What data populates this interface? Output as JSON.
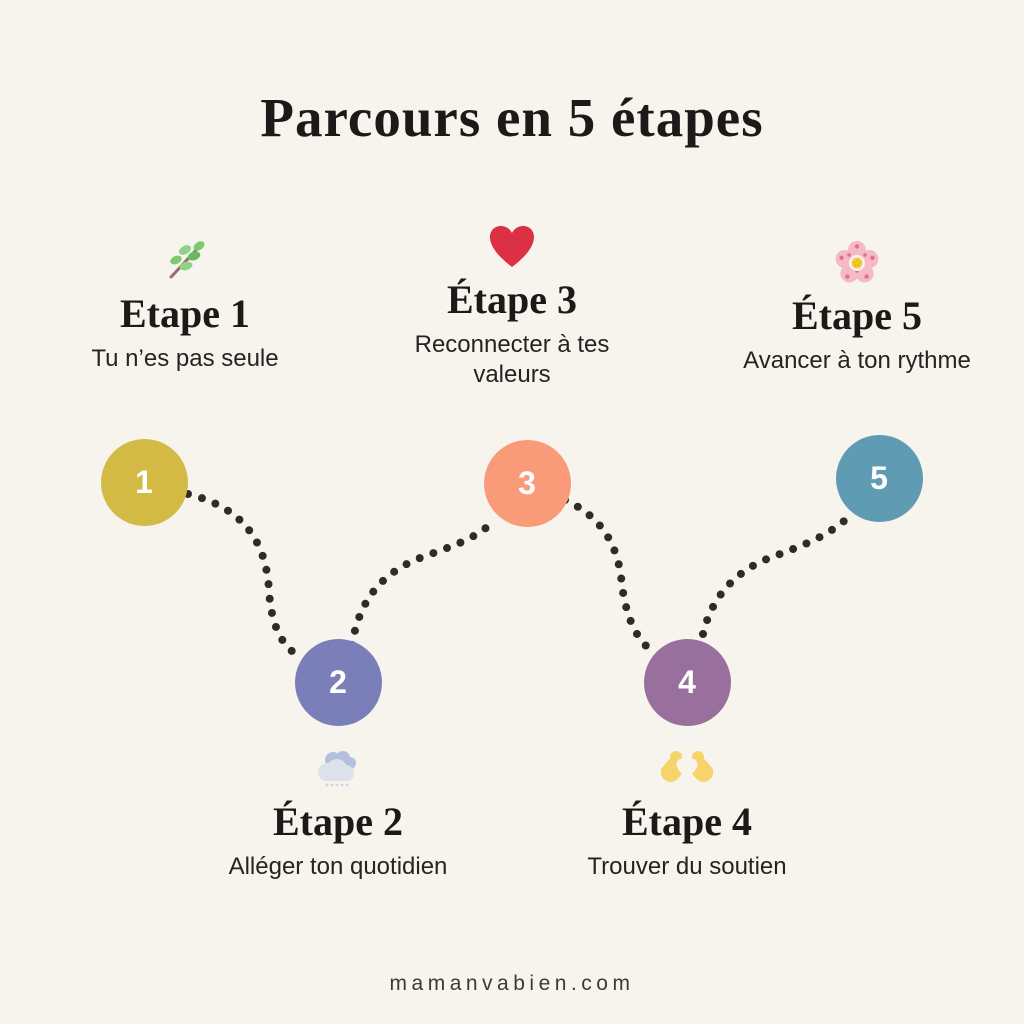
{
  "page": {
    "background": "#f7f4ed",
    "text_color": "#1c1a18",
    "dots_color": "#2e2b28",
    "title": "Parcours en 5 étapes",
    "footer": "mamanvabien.com"
  },
  "steps": [
    {
      "number": "1",
      "heading": "Etape 1",
      "subtitle": "Tu n’es pas seule",
      "icon": "herb-icon",
      "color": "#d2ba45"
    },
    {
      "number": "2",
      "heading": "Étape 2",
      "subtitle": "Alléger ton quotidien",
      "icon": "rain-cloud-icon",
      "color": "#7a7fba"
    },
    {
      "number": "3",
      "heading": "Étape 3",
      "subtitle": "Reconnecter à tes valeurs",
      "icon": "heart-icon",
      "color": "#f99b79"
    },
    {
      "number": "4",
      "heading": "Étape 4",
      "subtitle": "Trouver du soutien",
      "icon": "heart-hands-icon",
      "color": "#996f9e"
    },
    {
      "number": "5",
      "heading": "Étape 5",
      "subtitle": "Avancer à ton rythme",
      "icon": "cherry-blossom-icon",
      "color": "#5f9cb4"
    }
  ]
}
